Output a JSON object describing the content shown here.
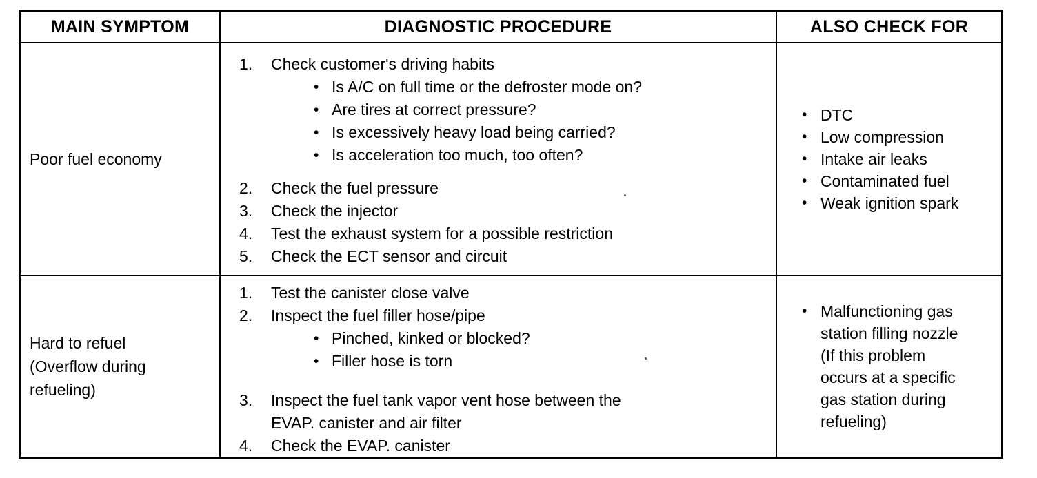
{
  "glyphs": {
    "bullet": "•"
  },
  "table": {
    "headers": {
      "symptom": "MAIN SYMPTOM",
      "procedure": "DIAGNOSTIC PROCEDURE",
      "also": "ALSO CHECK FOR"
    },
    "rows": [
      {
        "symptom_lines": [
          "Poor fuel economy"
        ],
        "procedure": [
          {
            "num": "1.",
            "lines": [
              "Check customer's driving habits"
            ],
            "subs": [
              "Is A/C on full time or the defroster mode on?",
              "Are tires at correct pressure?",
              "Is excessively heavy load being carried?",
              "Is acceleration too much, too often?"
            ]
          },
          {
            "num": "2.",
            "lines": [
              "Check the fuel pressure"
            ]
          },
          {
            "num": "3.",
            "lines": [
              "Check the injector"
            ]
          },
          {
            "num": "4.",
            "lines": [
              "Test the exhaust system for a possible restriction"
            ]
          },
          {
            "num": "5.",
            "lines": [
              "Check the ECT sensor and circuit"
            ]
          }
        ],
        "also_check": [
          {
            "lines": [
              "DTC"
            ]
          },
          {
            "lines": [
              "Low compression"
            ]
          },
          {
            "lines": [
              "Intake air leaks"
            ]
          },
          {
            "lines": [
              "Contaminated fuel"
            ]
          },
          {
            "lines": [
              "Weak ignition spark"
            ]
          }
        ]
      },
      {
        "symptom_lines": [
          "Hard to refuel",
          "(Overflow during",
          "refueling)"
        ],
        "procedure": [
          {
            "num": "1.",
            "lines": [
              "Test the canister close valve"
            ]
          },
          {
            "num": "2.",
            "lines": [
              "Inspect the fuel filler hose/pipe"
            ],
            "subs": [
              "Pinched, kinked or blocked?",
              "Filler hose is torn"
            ]
          },
          {
            "num": "3.",
            "lines": [
              "Inspect the fuel tank vapor vent hose between the",
              "EVAP. canister and air filter"
            ]
          },
          {
            "num": "4.",
            "lines": [
              "Check the EVAP. canister"
            ]
          }
        ],
        "also_check": [
          {
            "lines": [
              "Malfunctioning gas",
              "station filling nozzle",
              "(If this problem",
              "occurs at a specific",
              "gas station during",
              "refueling)"
            ]
          }
        ]
      }
    ]
  }
}
